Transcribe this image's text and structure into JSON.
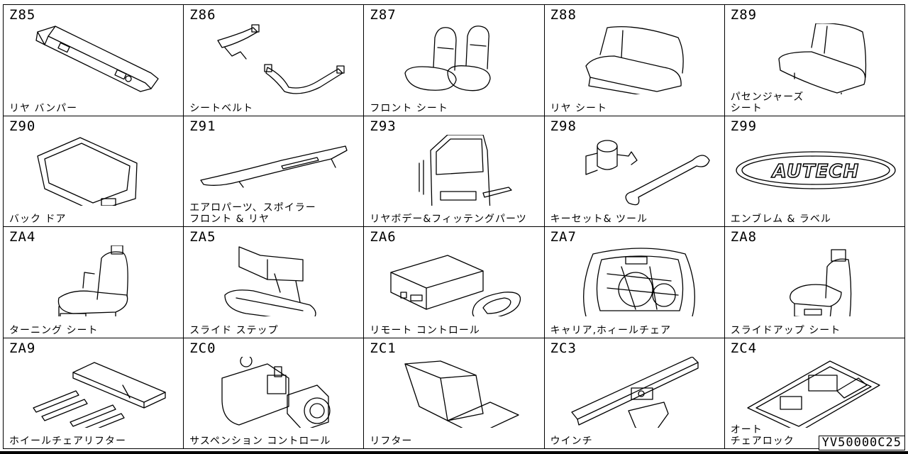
{
  "catalog": {
    "items": [
      {
        "code": "Z85",
        "name": "リヤ バンパー",
        "icon": "rear-bumper"
      },
      {
        "code": "Z86",
        "name": "シートベルト",
        "icon": "seat-belt"
      },
      {
        "code": "Z87",
        "name": "フロント シート",
        "icon": "front-seat"
      },
      {
        "code": "Z88",
        "name": "リヤ シート",
        "icon": "rear-seat"
      },
      {
        "code": "Z89",
        "name": "パセンジャーズ\nシート",
        "icon": "passengers-seat"
      },
      {
        "code": "Z90",
        "name": "バック ドア",
        "icon": "back-door"
      },
      {
        "code": "Z91",
        "name": "エアロパーツ、スポイラー\nフロント & リヤ",
        "icon": "spoiler"
      },
      {
        "code": "Z93",
        "name": "リヤボデー&フィッテングパーツ",
        "icon": "rear-body"
      },
      {
        "code": "Z98",
        "name": "キーセット& ツール",
        "icon": "key-tool"
      },
      {
        "code": "Z99",
        "name": "エンブレム & ラベル",
        "icon": "emblem"
      },
      {
        "code": "ZA4",
        "name": "ターニング シート",
        "icon": "turning-seat"
      },
      {
        "code": "ZA5",
        "name": "スライド ステップ",
        "icon": "slide-step"
      },
      {
        "code": "ZA6",
        "name": "リモート コントロール",
        "icon": "remote-control"
      },
      {
        "code": "ZA7",
        "name": "キャリア,ホィールチェア",
        "icon": "wheelchair-carrier"
      },
      {
        "code": "ZA8",
        "name": "スライドアップ シート",
        "icon": "slide-up-seat"
      },
      {
        "code": "ZA9",
        "name": "ホイールチェアリフター",
        "icon": "wheelchair-lifter"
      },
      {
        "code": "ZC0",
        "name": "サスペンション コントロール",
        "icon": "suspension-control"
      },
      {
        "code": "ZC1",
        "name": "リフター",
        "icon": "lifter"
      },
      {
        "code": "ZC3",
        "name": "ウインチ",
        "icon": "winch"
      },
      {
        "code": "ZC4",
        "name": "オート\nチェアロック",
        "icon": "auto-chair-lock"
      }
    ],
    "emblem_text": "AUTECH",
    "document_id": "YV50000C25"
  }
}
